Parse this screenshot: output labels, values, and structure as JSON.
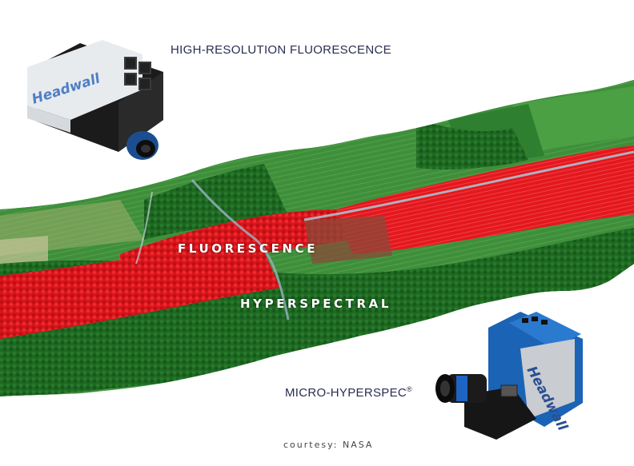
{
  "labels": {
    "top_camera": "HIGH-RESOLUTION FLUORESCENCE",
    "bottom_camera": "MICRO-HYPERSPEC",
    "bottom_camera_mark": "®",
    "fluorescence": "FLUORESCENCE",
    "hyperspectral": "HYPERSPECTRAL",
    "credit": "courtesy: NASA"
  },
  "logos": {
    "top_camera_brand": "Headwall",
    "bottom_camera_brand": "Headwall"
  },
  "colors": {
    "caption_text": "#2a2d52",
    "fluorescence_red": "#e0151c",
    "forest_green": "#1f6a22",
    "field_green": "#3e8c3a",
    "camera_blue": "#1b63b5",
    "camera_housing_light": "#e9ecef",
    "camera_body_dark": "#1c1c1c"
  },
  "icons": [
    "lens-icon",
    "camera-connector-icon"
  ]
}
